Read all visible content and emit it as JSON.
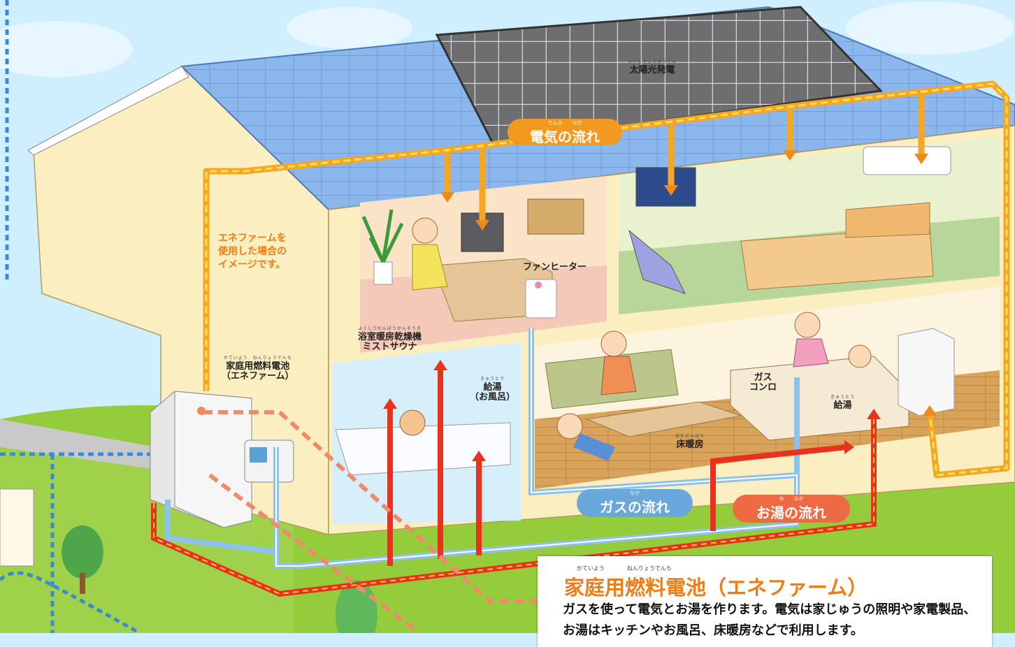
{
  "labels": {
    "solar": {
      "ruby": "たいようこうはつでん",
      "text": "太陽光発電"
    },
    "fan_heater": {
      "text": "ファンヒーター"
    },
    "bath_dryer": {
      "ruby": "よくしつだんぼうかんそうき",
      "line1": "浴室暖房乾燥機",
      "line2": "ミストサウナ"
    },
    "hot_water_bath": {
      "ruby": "きゅうとう",
      "line1": "給湯",
      "line2": "（お風呂）"
    },
    "fuel_cell": {
      "ruby": "かていよう　ねんりょうでんち",
      "line1": "家庭用燃料電池",
      "line2": "（エネファーム）"
    },
    "gas_stove": {
      "line1": "ガス",
      "line2": "コンロ"
    },
    "hot_water_kitchen": {
      "ruby": "きゅうとう",
      "text": "給湯"
    },
    "floor_heating": {
      "ruby": "ゆかだんぼう",
      "text": "床暖房"
    }
  },
  "flows": {
    "electricity": {
      "ruby": "でんき　　なが",
      "text": "電気の流れ"
    },
    "gas": {
      "ruby": "なが",
      "text": "ガスの流れ"
    },
    "hot_water": {
      "ruby": "ゆ　　なが",
      "text": "お湯の流れ"
    }
  },
  "note": {
    "line1": "エネファームを",
    "line2": "使用した場合の",
    "line3": "イメージです。"
  },
  "info": {
    "title_ruby": "かていよう　　　　ねんりょうでんち",
    "title": "家庭用燃料電池（エネファーム）",
    "body": "ガスを使って電気とお湯を作ります。電気は家じゅうの照明や家電製品、お湯はキッチンやお風呂、床暖房などで利用します。"
  },
  "colors": {
    "electricity": "#f29a1f",
    "gas": "#6aa7db",
    "hot_water": "#e8321e",
    "sky": "#cfeefe",
    "grass": "#8fc93a",
    "wall": "#fbeec0",
    "roof": "#88b4ea"
  }
}
